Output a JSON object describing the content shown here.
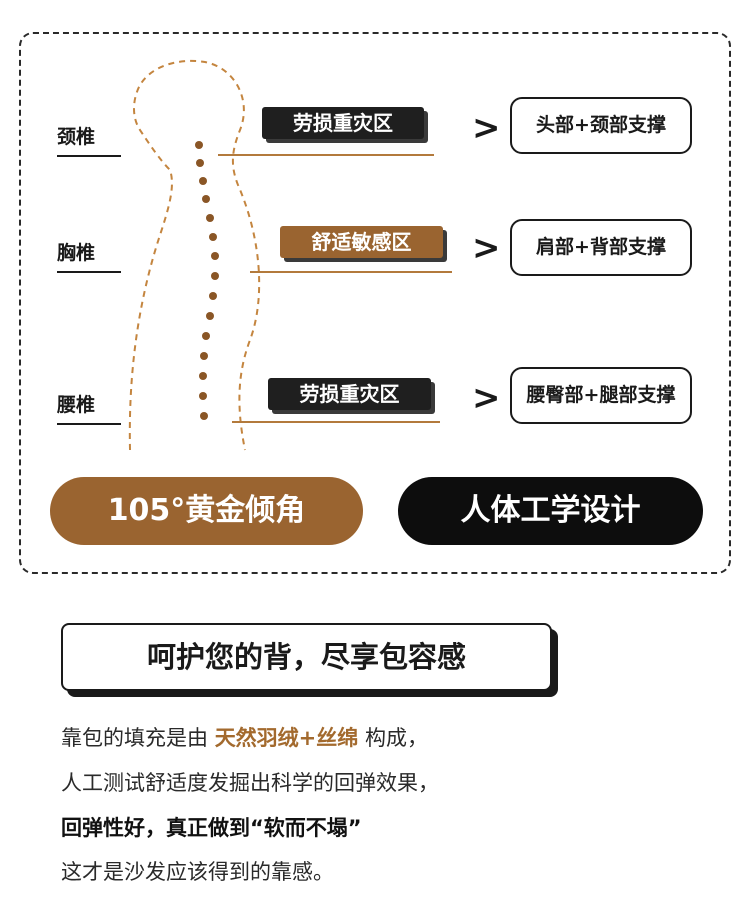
{
  "spine_labels": [
    "颈椎",
    "胸椎",
    "腰椎"
  ],
  "zones": [
    {
      "tag": "劳损重灾区",
      "arrow": ">",
      "support": "头部+颈部支撑"
    },
    {
      "tag": "舒适敏感区",
      "arrow": ">",
      "support": "肩部+背部支撑"
    },
    {
      "tag": "劳损重灾区",
      "arrow": ">",
      "support": "腰臀部+腿部支撑"
    }
  ],
  "pills": {
    "angle": "105°黄金倾角",
    "ergonomic": "人体工学设计"
  },
  "headline": "呵护您的背，尽享包容感",
  "body": {
    "line1_before": "靠包的填充是由",
    "line1_highlight": "天然羽绒+丝绵",
    "line1_after": "构成，",
    "line2": "人工测试舒适度发掘出科学的回弹效果，",
    "line3": "回弹性好，真正做到“软而不塌”",
    "line4": "这才是沙发应该得到的靠感。"
  },
  "colors": {
    "accent_brown": "#9a6430",
    "dark": "#1f1f1f",
    "highlight": "#a36a2e"
  }
}
